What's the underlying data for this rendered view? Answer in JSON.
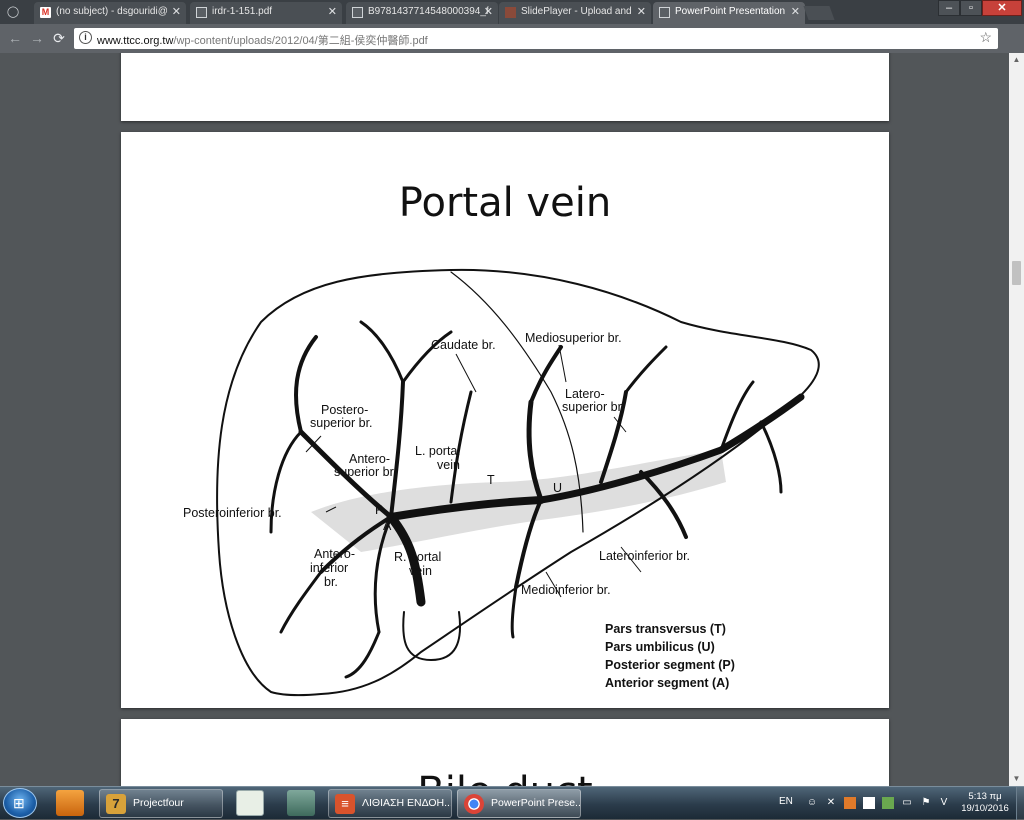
{
  "browser": {
    "menu_icon": "overflow-menu-icon",
    "tabs": [
      {
        "title": "(no subject) - dsgouridi@",
        "icon": "gmail-icon",
        "active": false
      },
      {
        "title": "irdr-1-151.pdf",
        "icon": "document-icon",
        "active": false
      },
      {
        "title": "B9781437714548000394_f",
        "icon": "document-icon",
        "active": false
      },
      {
        "title": "SlidePlayer - Upload and",
        "icon": "slideplayer-icon",
        "active": false
      },
      {
        "title": "PowerPoint Presentation",
        "icon": "document-icon",
        "active": true
      }
    ],
    "window_controls": {
      "minimize": "–",
      "maximize": "▫",
      "close": "✕"
    },
    "address": {
      "host": "www.ttcc.org.tw",
      "path": "/wp-content/uploads/2012/04/第二組-侯奕仲醫師.pdf"
    },
    "nav": {
      "back": "←",
      "forward": "→",
      "reload": "⟳",
      "info": "i",
      "star": "☆"
    }
  },
  "pdf": {
    "slide_title": "Portal vein",
    "next_slide_title": "Bile duct",
    "diagram_labels": {
      "caudate": "Caudate br.",
      "mediosuperior": "Mediosuperior br.",
      "latero_superior_1": "Latero-",
      "latero_superior_2": "superior br.",
      "postero_superior_1": "Postero-",
      "postero_superior_2": "superior br.",
      "l_portal_1": "L. portal",
      "l_portal_2": "vein",
      "antero_superior_1": "Antero-",
      "antero_superior_2": "superior br.",
      "t": "T",
      "u": "U",
      "p": "P",
      "a": "A",
      "posteroinferior": "Posteroinferior br.",
      "antero_inferior_1": "Antero-",
      "antero_inferior_2": "inferior",
      "antero_inferior_3": "br.",
      "r_portal_1": "R. portal",
      "r_portal_2": "vein",
      "lateroinferior": "Lateroinferior br.",
      "medioinferior": "Medioinferior br."
    },
    "legend": [
      "Pars transversus (T)",
      "Pars umbilicus (U)",
      "Posterior segment (P)",
      "Anterior segment (A)"
    ]
  },
  "taskbar": {
    "buttons": [
      {
        "label": "Projectfour",
        "icon": "projectfour-icon"
      },
      {
        "label": "ΛΙΘΙΑΣΗ ΕΝΔΟΗ...",
        "icon": "word-doc-icon"
      },
      {
        "label": "PowerPoint Prese...",
        "icon": "chrome-icon"
      }
    ],
    "language": "EN",
    "time": "5:13 πμ",
    "date": "19/10/2016"
  }
}
